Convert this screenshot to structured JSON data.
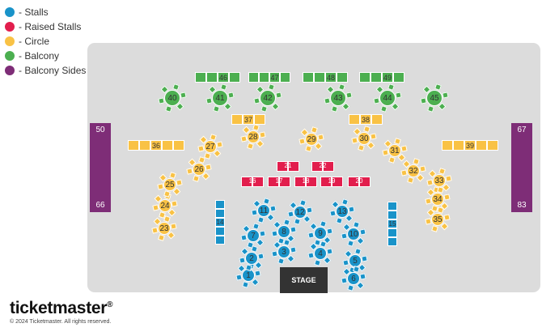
{
  "legend": [
    {
      "label": "- Stalls",
      "color": "#1993c9"
    },
    {
      "label": "- Raised Stalls",
      "color": "#e21e4d"
    },
    {
      "label": "- Circle",
      "color": "#f9c245"
    },
    {
      "label": "- Balcony",
      "color": "#4caf50"
    },
    {
      "label": "- Balcony Sides",
      "color": "#7e2d77"
    }
  ],
  "sides": {
    "left_top": "50",
    "left_bottom": "66",
    "right_top": "67",
    "right_bottom": "83"
  },
  "stage_label": "STAGE",
  "sections": {
    "balcony_bars": [
      "46",
      "47",
      "48",
      "49"
    ],
    "balcony_tables": [
      "40",
      "41",
      "42",
      "43",
      "44",
      "45"
    ],
    "circle_bars": [
      "36",
      "37",
      "38",
      "39"
    ],
    "circle_tables": [
      "23",
      "24",
      "25",
      "26",
      "27",
      "28",
      "29",
      "30",
      "31",
      "32",
      "33",
      "34",
      "35"
    ],
    "raised": [
      "16",
      "17",
      "18",
      "19",
      "20",
      "21",
      "22"
    ],
    "stalls_bars": [
      "14",
      "15"
    ],
    "stalls_tables": [
      "1",
      "2",
      "3",
      "4",
      "5",
      "6",
      "7",
      "8",
      "9",
      "10",
      "11",
      "12",
      "13"
    ]
  },
  "brand": "ticketmaster",
  "brand_mark": "®",
  "copyright": "© 2024 Ticketmaster. All rights reserved."
}
